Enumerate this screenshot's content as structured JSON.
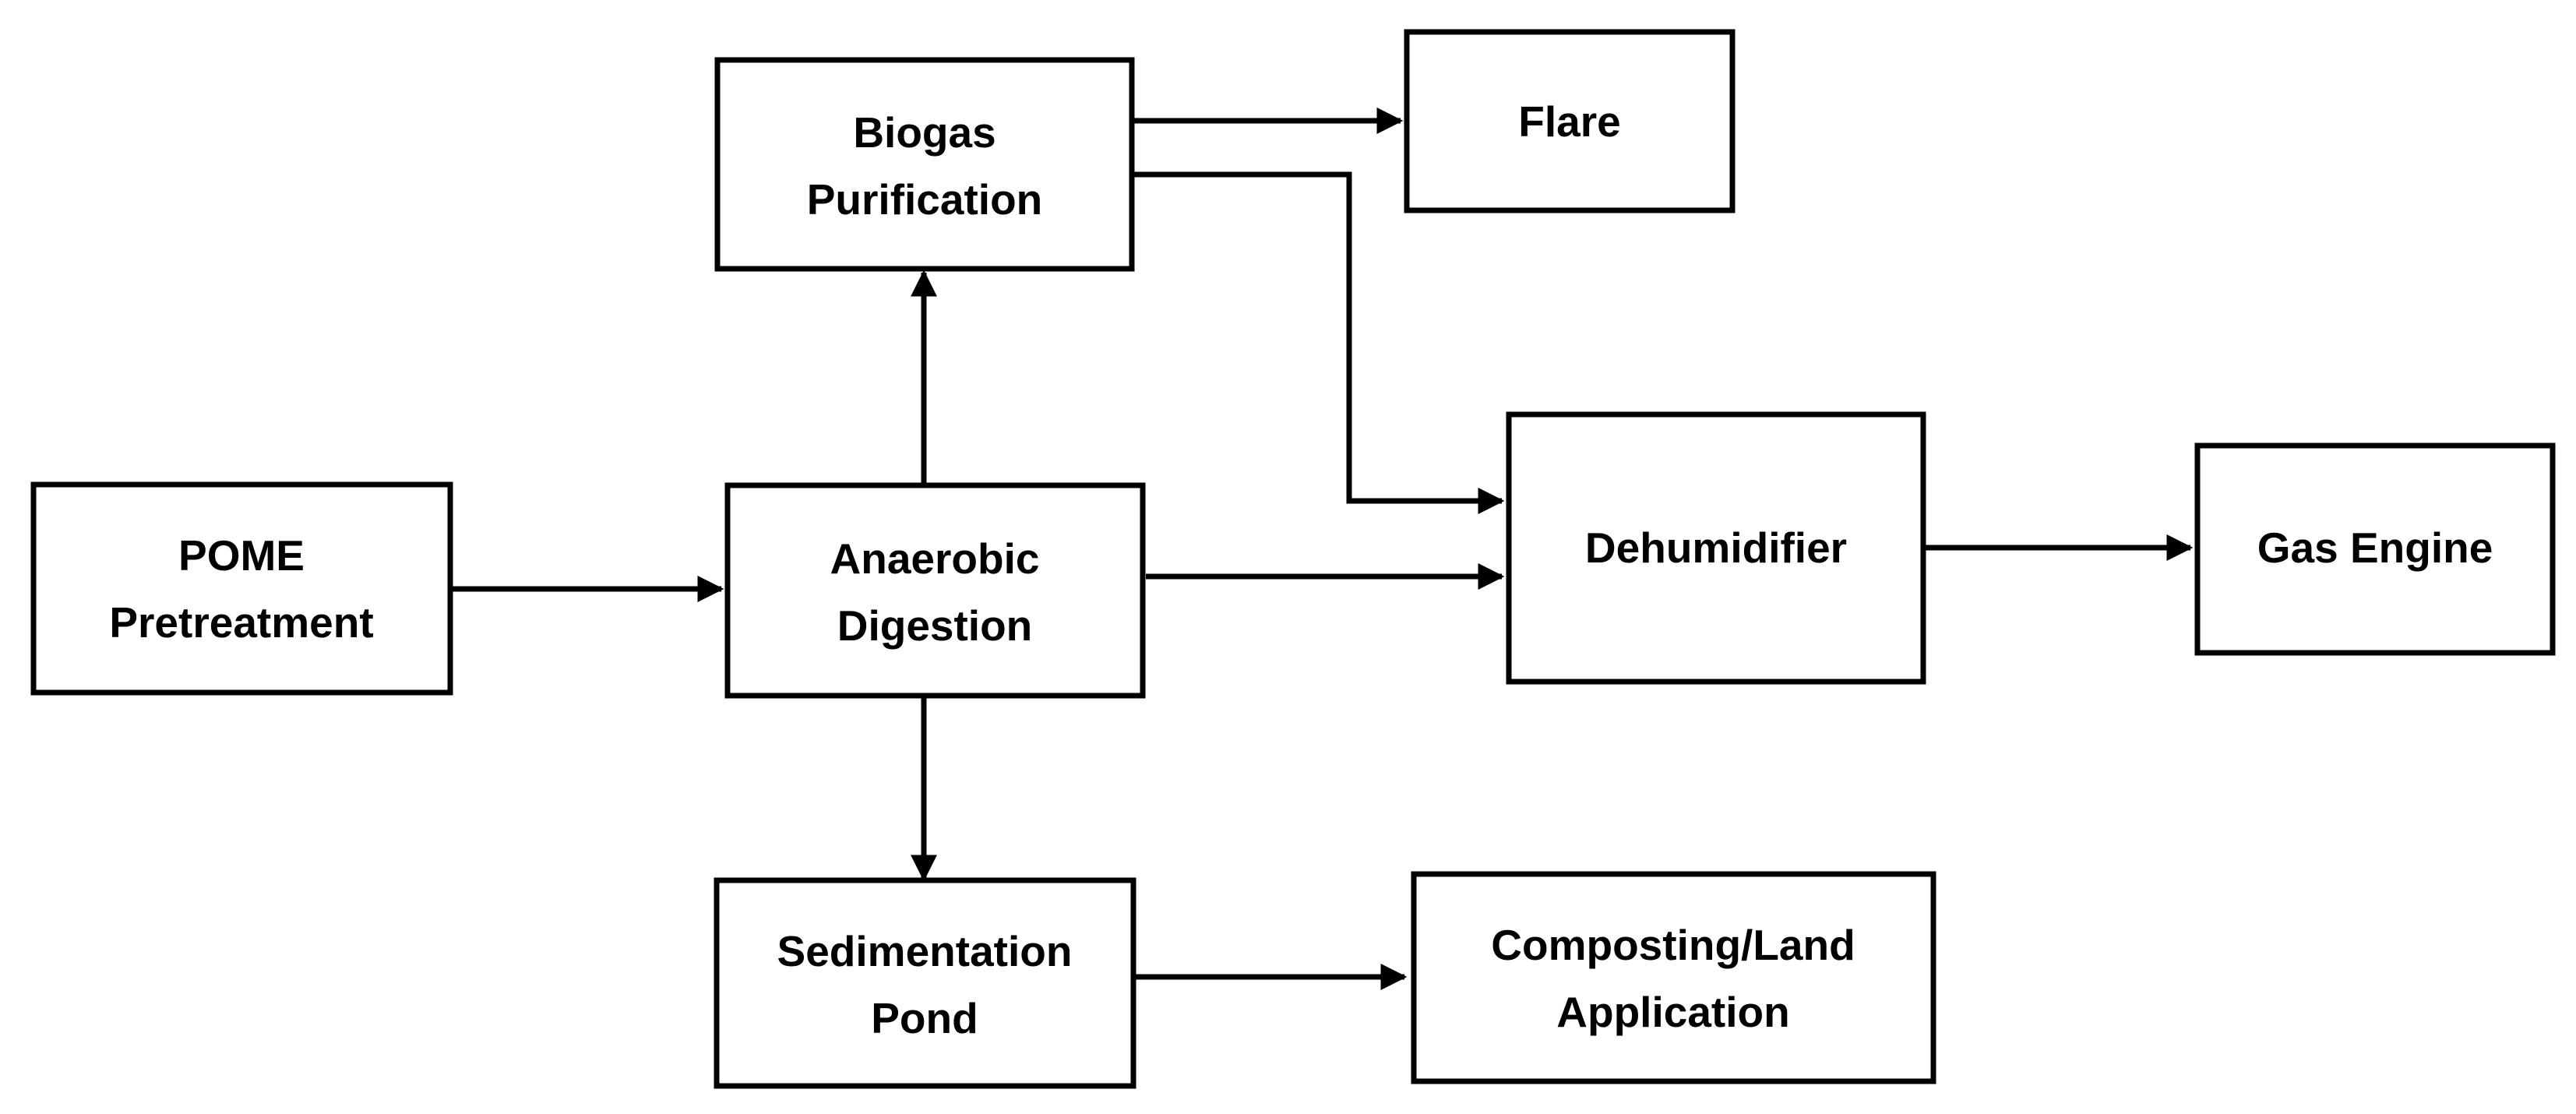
{
  "diagram": {
    "nodes": {
      "pome": {
        "line1": "POME",
        "line2": "Pretreatment"
      },
      "anaerobic": {
        "line1": "Anaerobic",
        "line2": "Digestion"
      },
      "biogas": {
        "line1": "Biogas",
        "line2": "Purification"
      },
      "flare": {
        "line1": "Flare"
      },
      "dehumidifier": {
        "line1": "Dehumidifier"
      },
      "gas_engine": {
        "line1": "Gas Engine"
      },
      "sedimentation": {
        "line1": "Sedimentation",
        "line2": "Pond"
      },
      "composting": {
        "line1": "Composting/Land",
        "line2": "Application"
      }
    },
    "edges": [
      {
        "from": "POME Pretreatment",
        "to": "Anaerobic Digestion"
      },
      {
        "from": "Anaerobic Digestion",
        "to": "Biogas Purification"
      },
      {
        "from": "Anaerobic Digestion",
        "to": "Dehumidifier"
      },
      {
        "from": "Anaerobic Digestion",
        "to": "Sedimentation Pond"
      },
      {
        "from": "Biogas Purification",
        "to": "Flare"
      },
      {
        "from": "Biogas Purification",
        "to": "Dehumidifier"
      },
      {
        "from": "Dehumidifier",
        "to": "Gas Engine"
      },
      {
        "from": "Sedimentation Pond",
        "to": "Composting/Land Application"
      }
    ],
    "colors": {
      "stroke": "#000000",
      "background": "#ffffff"
    }
  }
}
